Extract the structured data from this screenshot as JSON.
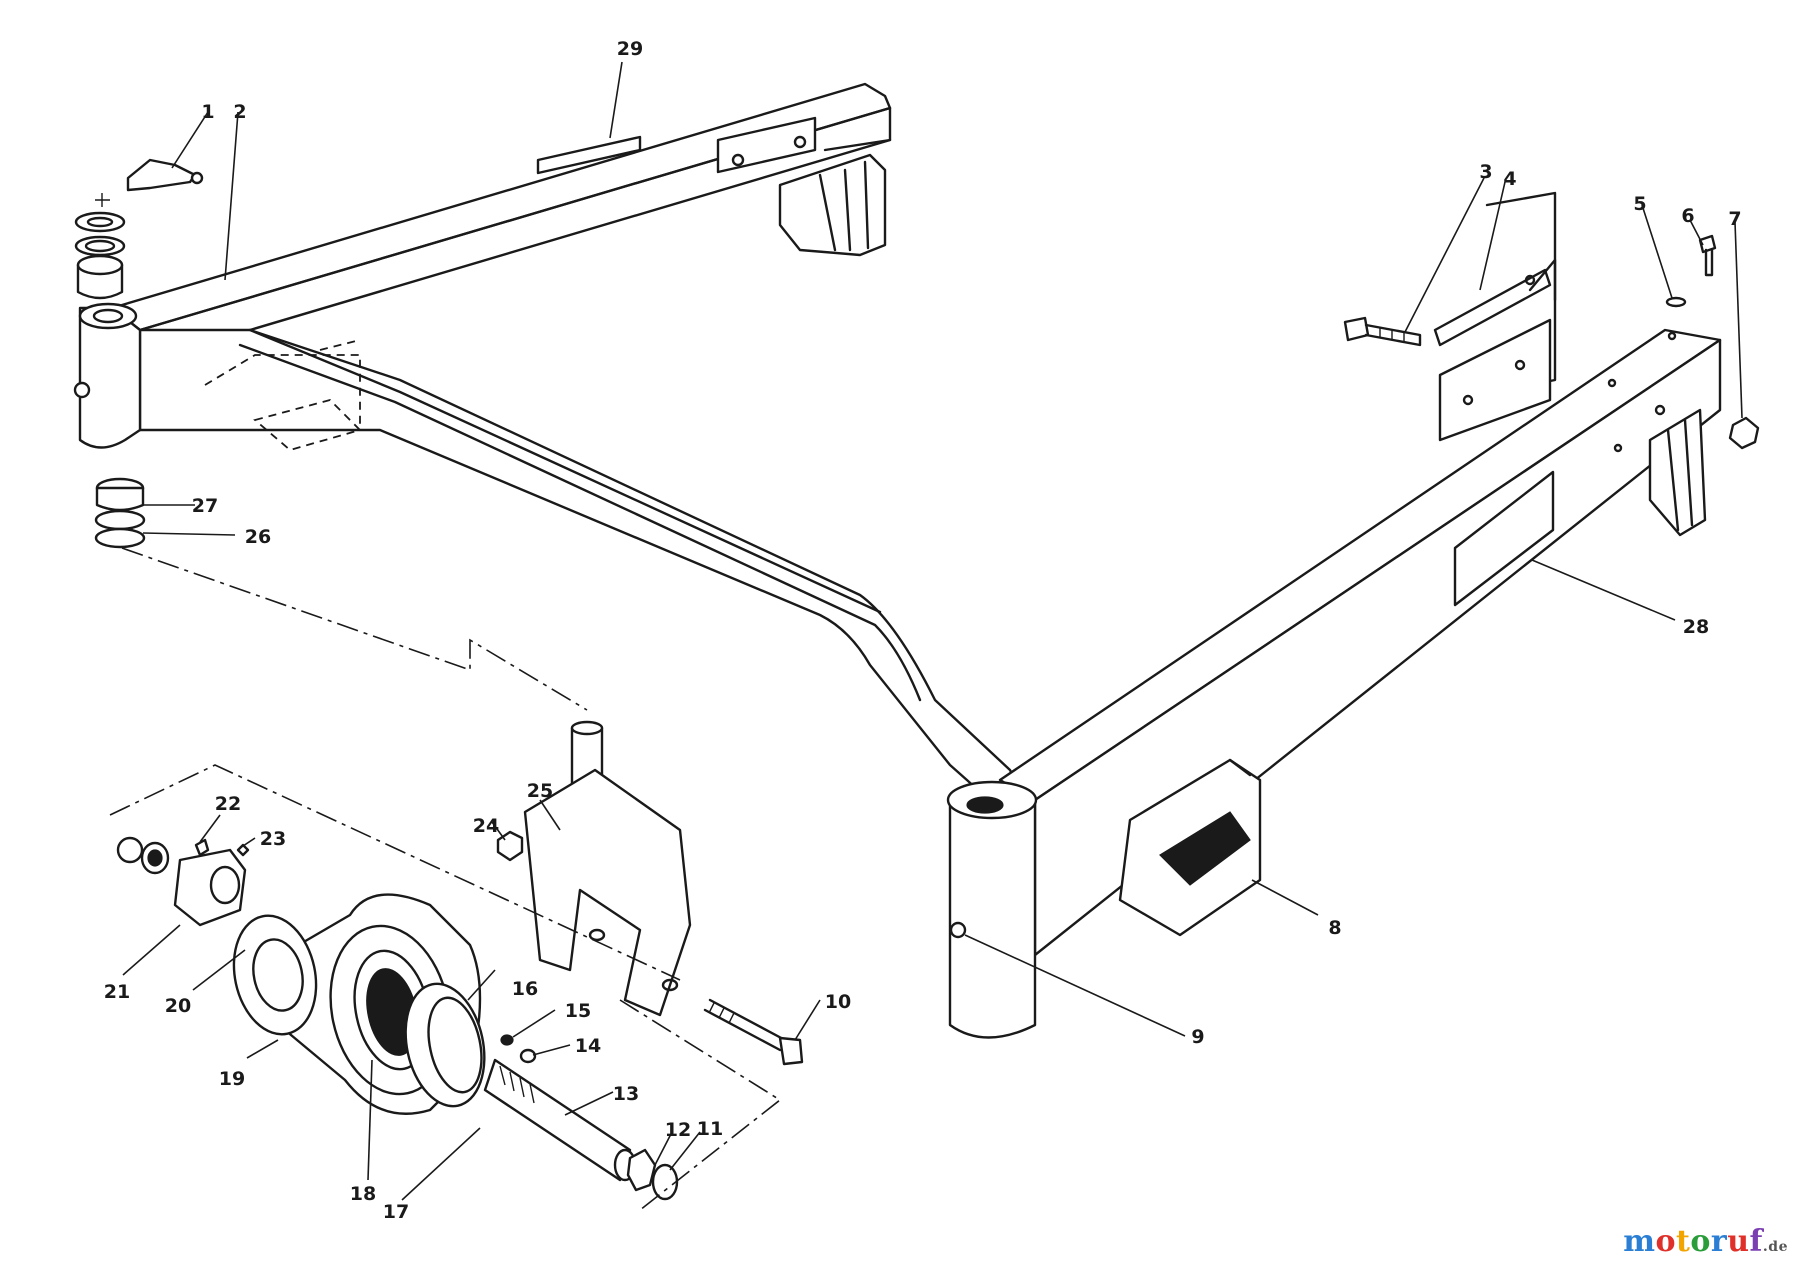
{
  "diagram": {
    "labels": [
      "1",
      "2",
      "3",
      "4",
      "5",
      "6",
      "7",
      "8",
      "9",
      "10",
      "11",
      "12",
      "13",
      "14",
      "15",
      "16",
      "17",
      "18",
      "19",
      "20",
      "21",
      "22",
      "23",
      "24",
      "25",
      "26",
      "27",
      "28",
      "29"
    ]
  },
  "watermark": {
    "text": "motoruf",
    "suffix": ".de",
    "colors": [
      "#2a7fd4",
      "#e0302a",
      "#f2a400",
      "#2a9d3a",
      "#2a7fd4",
      "#e0302a",
      "#7a3fb0"
    ]
  }
}
